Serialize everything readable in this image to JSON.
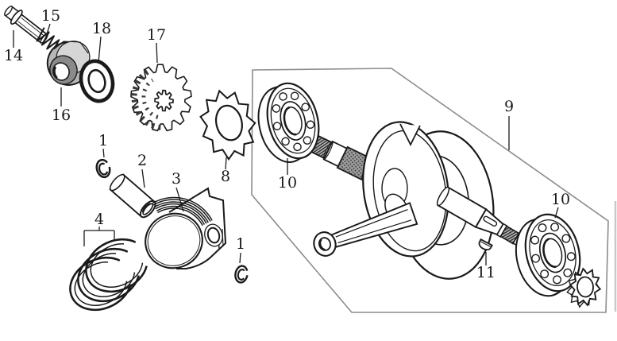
{
  "diagram": {
    "type": "exploded-parts-diagram",
    "subject": "engine crankshaft, piston and bearing assembly",
    "background": "#ffffff",
    "colors": {
      "ink": "#1a1a1a",
      "box_line": "#8c8c8c",
      "metal_light": "#d6d6d6",
      "metal_mid": "#b0b0b0",
      "metal_dark": "#8a8a8a",
      "edge_shadow": "#c9c9c9",
      "bg": "#ffffff"
    },
    "labels": [
      {
        "text": "14",
        "part": "flange bolt"
      },
      {
        "text": "15",
        "part": "coil spring"
      },
      {
        "text": "16",
        "part": "lock nut"
      },
      {
        "text": "18",
        "part": "sealing washer"
      },
      {
        "text": "17",
        "part": "drive gear"
      },
      {
        "text": "1",
        "part": "piston pin circlip left"
      },
      {
        "text": "2",
        "part": "piston pin"
      },
      {
        "text": "3",
        "part": "piston"
      },
      {
        "text": "8",
        "part": "cam chain sprocket"
      },
      {
        "text": "4",
        "part": "piston ring set"
      },
      {
        "text": "1",
        "part": "piston pin circlip right"
      },
      {
        "text": "9",
        "part": "crankshaft assembly"
      },
      {
        "text": "10",
        "part": "ball bearing left"
      },
      {
        "text": "11",
        "part": "woodruff key"
      },
      {
        "text": "10",
        "part": "ball bearing right"
      }
    ]
  }
}
